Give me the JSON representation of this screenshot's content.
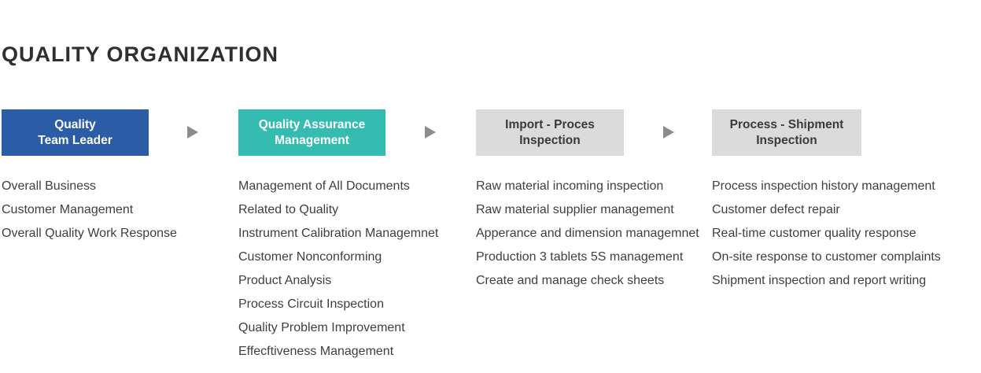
{
  "page": {
    "title": "QUALITY ORGANIZATION"
  },
  "colors": {
    "box_blue": "#2b5ca6",
    "box_teal": "#35bcb1",
    "box_gray": "#dbdbdb",
    "header_text_light": "#ffffff",
    "header_text_dark": "#3a3a3a",
    "arrow_gray": "#8c8c8c",
    "title_text": "#2f2f2f",
    "list_text": "#3f3f3f"
  },
  "columns": [
    {
      "header": "Quality\nTeam Leader",
      "header_bg": "#2b5ca6",
      "header_color": "#ffffff",
      "items": [
        "Overall Business",
        "Customer Management",
        "Overall Quality Work Response"
      ]
    },
    {
      "header": "Quality Assurance\nManagement",
      "header_bg": "#35bcb1",
      "header_color": "#ffffff",
      "items": [
        "Management of All Documents",
        "Related to Quality",
        "Instrument Calibration Managemnet",
        "Customer Nonconforming",
        "Product Analysis",
        "Process Circuit Inspection",
        "Quality Problem Improvement",
        "Effecftiveness Management"
      ]
    },
    {
      "header": "Import - Proces\nInspection",
      "header_bg": "#dbdbdb",
      "header_color": "#3a3a3a",
      "items": [
        "Raw material incoming inspection",
        "Raw material supplier management",
        "Apperance and dimension managemnet",
        "Production 3 tablets 5S management",
        "Create and manage check sheets"
      ]
    },
    {
      "header": "Process - Shipment\nInspection",
      "header_bg": "#dbdbdb",
      "header_color": "#3a3a3a",
      "items": [
        "Process inspection history management",
        "Customer defect repair",
        "Real-time customer quality response",
        "On-site response to customer complaints",
        "Shipment inspection and report writing"
      ]
    }
  ]
}
